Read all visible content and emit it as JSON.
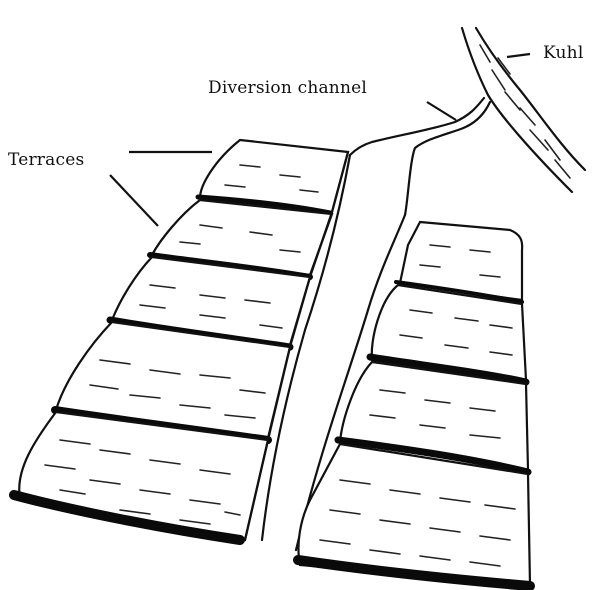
{
  "figure": {
    "type": "illustration",
    "subject": "Terraced fields irrigated by a diversion channel from a kuhl",
    "labels": {
      "kuhl": "Kuhl",
      "diversion_channel": "Diversion channel",
      "terraces": "Terraces"
    },
    "components": {
      "left_terrace_count": 5,
      "right_terrace_count": 4
    },
    "colors": {
      "ink": "#111111",
      "paper": "#ffffff"
    }
  }
}
